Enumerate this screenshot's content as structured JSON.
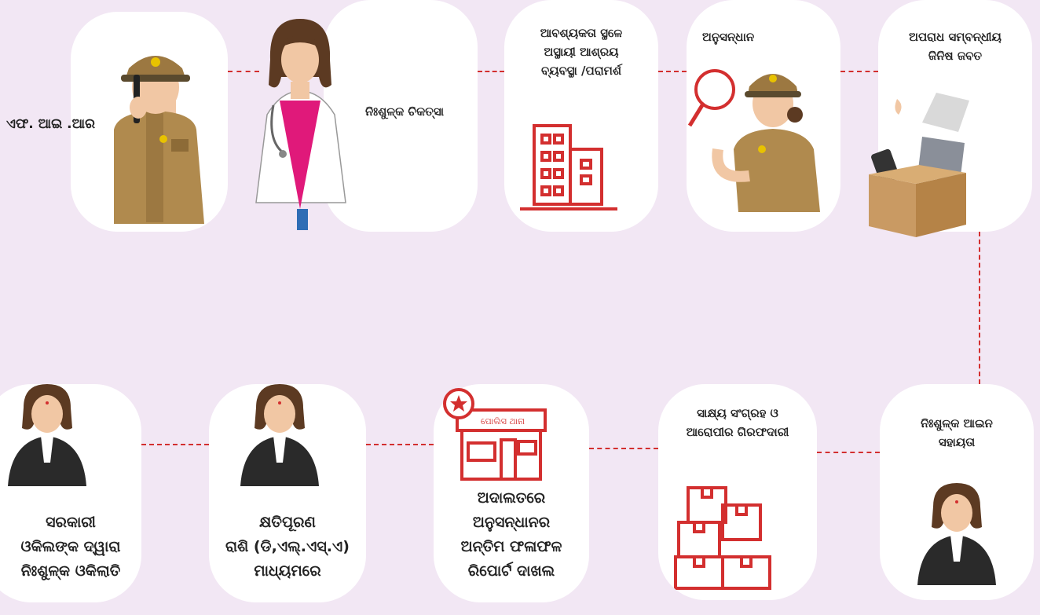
{
  "steps": {
    "fir": "ଏଫ. ଆଇ .ଆର",
    "medical": "ନିଃଶୁଳ୍କ ଚିକତ୍ସା",
    "shelter": [
      "ଆବଶ୍ୟକତା ସ୍ଥଳେ",
      "ଅସ୍ଥାୟୀ ଆଶ୍ରୟ",
      "ବ୍ୟବସ୍ଥା /ପରାମର୍ଶ"
    ],
    "investigation": "ଅନୁସନ୍ଧାନ",
    "seizure": [
      "ଅପରାଧ ସମ୍ବନ୍ଧୀୟ",
      "ଜିନିଷ ଜବତ"
    ],
    "legal_aid": [
      "ନିଃଶୁଳ୍କ ଆଇନ",
      "ସହାୟତା"
    ],
    "evidence": [
      "ସାକ୍ଷ୍ୟ ସଂଗ୍ରହ ଓ",
      "ଆରୋପୀର ଗିରଫଦାରୀ"
    ],
    "report": [
      "ଅଦାଲତରେ",
      "ଅନୁସନ୍ଧାନର",
      "ଅନ୍ତିମ ଫଳାଫଳ",
      "ରିପୋର୍ଟ ଦାଖଲ"
    ],
    "compensation": [
      "କ୍ଷତିପୂରଣ",
      "ରାଶି (ଡି,ଏଲ୍.ଏସ୍.ଏ)",
      "ମାଧ୍ୟମରେ"
    ],
    "prosecutor": [
      "ସରକାରୀ",
      "ଓକିଲଙ୍କ ଦ୍ୱାରା",
      "ନିଃଶୁଳ୍କ ଓକିଲାତି"
    ]
  },
  "police_station_sign": "ପୋଲିସ ଥାନା",
  "icons": {
    "fir": "police-officer-walkie-talkie-icon",
    "medical": "doctor-icon",
    "shelter": "building-icon",
    "investigation": "police-woman-magnifier-icon",
    "seizure": "evidence-box-icon",
    "legal_aid": "lawyer-icon",
    "evidence": "stacked-boxes-icon",
    "report": "police-station-icon",
    "compensation": "lawyer-icon",
    "prosecutor": "lawyer-icon"
  },
  "colors": {
    "background": "#f2e7f4",
    "card": "#ffffff",
    "accent": "#d32f2f",
    "uniform": "#b08a4e"
  }
}
